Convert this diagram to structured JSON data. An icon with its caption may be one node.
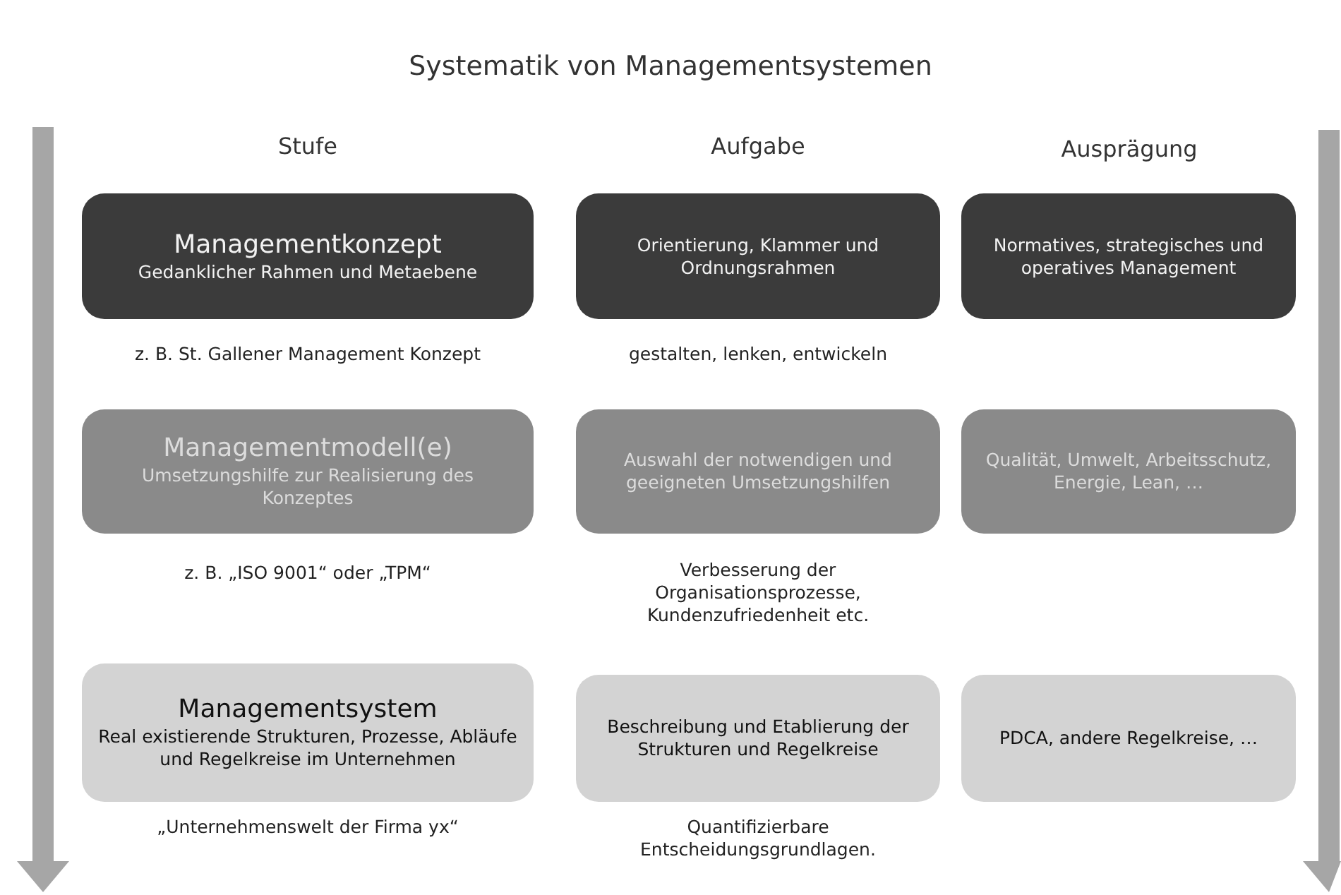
{
  "diagram": {
    "title": "Systematik von Managementsystemen",
    "nodes": [
      {
        "text": [
          "Managementkonzept",
          "Gedanklicher Rahmen und Metaebene"
        ]
      },
      {
        "text": [
          "Orientierung, Klammer und Ordnungsrahmen"
        ]
      },
      {
        "text": [
          "Normatives, strategisches und operatives Management"
        ]
      },
      {
        "text": [
          "Managementmodell(e)",
          "Umsetzungshilfe zur Realisierung des Konzeptes"
        ]
      },
      {
        "text": [
          "Auswahl der notwendigen und geeigneten Umsetzungshilfen"
        ]
      },
      {
        "text": [
          "Qualität, Umwelt, Arbeitsschutz, Energie, Lean, …"
        ]
      },
      {
        "text": [
          "Managementsystem",
          "Real existierende Strukturen, Prozesse, Abläufe und Regelkreise im Unternehmen"
        ]
      },
      {
        "text": [
          "Beschreibung und Etablierung der Strukturen und Regelkreise"
        ]
      },
      {
        "text": [
          "PDCA, andere Regelkreise, …"
        ]
      }
    ],
    "labels": [
      "Stufe",
      "Aufgabe",
      "Ausprägung",
      "z. B. St. Gallener Management Konzept",
      "gestalten, lenken, entwickeln",
      "z. B. „ISO 9001“ oder „TPM“",
      "Verbesserung der Organisationsprozesse, Kundenzufriedenheit etc.",
      "„Unternehmenswelt der Firma yx“",
      "Quantifizierbare Entscheidungsgrundlagen."
    ]
  }
}
